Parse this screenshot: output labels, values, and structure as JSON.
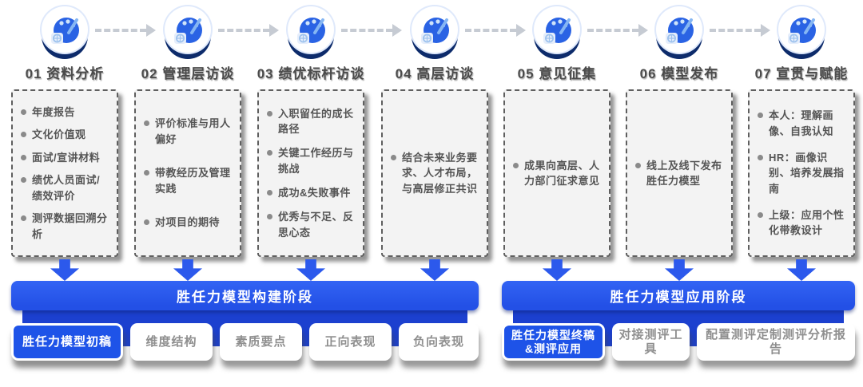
{
  "palette": {
    "primary_blue": "#2b58ec",
    "pedestal_blue": "#1c40cf",
    "icon_navy_shadow": "#0d2b6b",
    "box_background": "#f3f3f3",
    "box_border": "#5f5f5f",
    "title_gray": "#4b4b4b",
    "bullet_gray": "#555555",
    "chip_text_gray": "#8f8f8f",
    "connector_gray": "#c6cbd3"
  },
  "stages": [
    {
      "label": "01 资料分析",
      "bullets": [
        "年度报告",
        "文化价值观",
        "面试/宣讲材料",
        "绩优人员面试/绩效评价",
        "测评数据回溯分析"
      ]
    },
    {
      "label": "02 管理层访谈",
      "bullets": [
        "评价标准与用人偏好",
        "带教经历及管理实践",
        "对项目的期待"
      ]
    },
    {
      "label": "03 绩优标杆访谈",
      "bullets": [
        "入职留任的成长路径",
        "关键工作经历与挑战",
        "成功&失败事件",
        "优秀与不足、反思心态"
      ]
    },
    {
      "label": "04 高层访谈",
      "bullets": [
        "结合未来业务要求、人才布局，与高层修正共识"
      ]
    },
    {
      "label": "05 意见征集",
      "bullets": [
        "成果向高层、人力部门征求意见"
      ]
    },
    {
      "label": "06 模型发布",
      "bullets": [
        "线上及线下发布胜任力模型"
      ]
    },
    {
      "label": "07 宣贯与赋能",
      "bullets": [
        "本人：理解画像、自我认知",
        "HR：画像识别、培养发展指南",
        "上级：应用个性化带教设计"
      ]
    }
  ],
  "phases": [
    {
      "label": "胜任力模型构建阶段",
      "outputs": [
        {
          "label": "胜任力模型初稿",
          "highlight": true
        },
        {
          "label": "维度结构",
          "highlight": false
        },
        {
          "label": "素质要点",
          "highlight": false
        },
        {
          "label": "正向表现",
          "highlight": false
        },
        {
          "label": "负向表现",
          "highlight": false
        }
      ]
    },
    {
      "label": "胜任力模型应用阶段",
      "outputs": [
        {
          "label": "胜任力模型终稿&测评应用",
          "highlight": true
        },
        {
          "label": "对接测评工具",
          "highlight": false
        },
        {
          "label": "配置测评定制测评分析报告",
          "highlight": false
        }
      ]
    }
  ]
}
